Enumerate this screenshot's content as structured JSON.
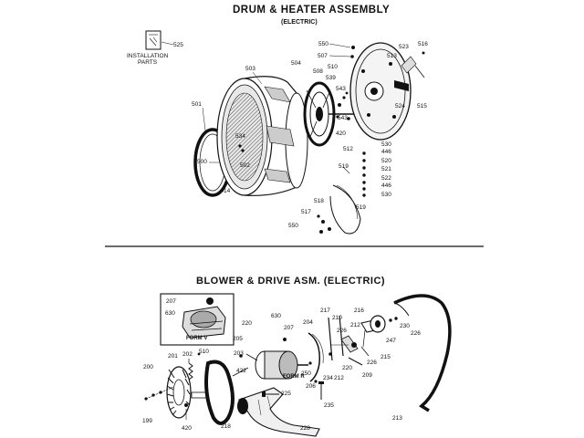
{
  "top": {
    "title": "DRUM & HEATER ASSEMBLY",
    "subtitle": "(ELECTRIC)",
    "installation_label_line1": "INSTALLATION",
    "installation_label_line2": "PARTS",
    "parts": [
      {
        "id": "p525",
        "text": "525"
      },
      {
        "id": "p550a",
        "text": "550"
      },
      {
        "id": "p507",
        "text": "507"
      },
      {
        "id": "p523",
        "text": "523"
      },
      {
        "id": "p516",
        "text": "516"
      },
      {
        "id": "p503",
        "text": "503"
      },
      {
        "id": "p504",
        "text": "504"
      },
      {
        "id": "p508",
        "text": "508"
      },
      {
        "id": "p510",
        "text": "510"
      },
      {
        "id": "p513",
        "text": "513"
      },
      {
        "id": "p539",
        "text": "539"
      },
      {
        "id": "p543a",
        "text": "543"
      },
      {
        "id": "p501",
        "text": "501"
      },
      {
        "id": "p524",
        "text": "524"
      },
      {
        "id": "p515",
        "text": "515"
      },
      {
        "id": "p543b",
        "text": "543"
      },
      {
        "id": "p420",
        "text": "420"
      },
      {
        "id": "p534",
        "text": "534"
      },
      {
        "id": "p512",
        "text": "512"
      },
      {
        "id": "p500",
        "text": "500"
      },
      {
        "id": "p502",
        "text": "502"
      },
      {
        "id": "p14",
        "text": "14"
      },
      {
        "id": "p530a",
        "text": "530"
      },
      {
        "id": "p446a",
        "text": "446"
      },
      {
        "id": "p520",
        "text": "520"
      },
      {
        "id": "p521",
        "text": "521"
      },
      {
        "id": "p522",
        "text": "522"
      },
      {
        "id": "p446b",
        "text": "446"
      },
      {
        "id": "p530b",
        "text": "530"
      },
      {
        "id": "p519a",
        "text": "519"
      },
      {
        "id": "p518",
        "text": "518"
      },
      {
        "id": "p517",
        "text": "517"
      },
      {
        "id": "p519b",
        "text": "519"
      },
      {
        "id": "p550b",
        "text": "550"
      }
    ]
  },
  "bottom": {
    "title": "BLOWER & DRIVE ASM.  (ELECTRIC)",
    "form_v": "FORM V",
    "form_r": "FORM R",
    "parts": [
      {
        "id": "b207a",
        "text": "207"
      },
      {
        "id": "b630a",
        "text": "630"
      },
      {
        "id": "b217",
        "text": "217"
      },
      {
        "id": "b210",
        "text": "210"
      },
      {
        "id": "b216",
        "text": "216"
      },
      {
        "id": "b220a",
        "text": "220"
      },
      {
        "id": "b630b",
        "text": "630"
      },
      {
        "id": "b207b",
        "text": "207"
      },
      {
        "id": "b204",
        "text": "204"
      },
      {
        "id": "b212",
        "text": "212"
      },
      {
        "id": "b226a",
        "text": "226"
      },
      {
        "id": "b230",
        "text": "230"
      },
      {
        "id": "b226b",
        "text": "226"
      },
      {
        "id": "b205",
        "text": "205"
      },
      {
        "id": "b247",
        "text": "247"
      },
      {
        "id": "b201",
        "text": "201"
      },
      {
        "id": "b202",
        "text": "202"
      },
      {
        "id": "b510",
        "text": "510"
      },
      {
        "id": "b203",
        "text": "203"
      },
      {
        "id": "b215",
        "text": "215"
      },
      {
        "id": "b226c",
        "text": "226"
      },
      {
        "id": "b200",
        "text": "200"
      },
      {
        "id": "b422",
        "text": "422"
      },
      {
        "id": "b250",
        "text": "250"
      },
      {
        "id": "b220b",
        "text": "220"
      },
      {
        "id": "b209",
        "text": "209"
      },
      {
        "id": "b234",
        "text": "234"
      },
      {
        "id": "b212b",
        "text": "212"
      },
      {
        "id": "b206",
        "text": "206"
      },
      {
        "id": "b225",
        "text": "225"
      },
      {
        "id": "b235",
        "text": "235"
      },
      {
        "id": "b199",
        "text": "199"
      },
      {
        "id": "b420",
        "text": "420"
      },
      {
        "id": "b218",
        "text": "218"
      },
      {
        "id": "b228",
        "text": "228"
      },
      {
        "id": "b213",
        "text": "213"
      }
    ]
  }
}
